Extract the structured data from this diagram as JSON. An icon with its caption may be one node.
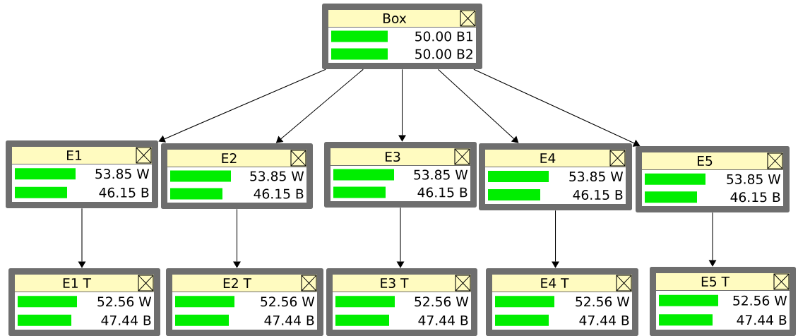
{
  "diagram": {
    "nodes": [
      {
        "text": [
          "Box",
          "50.00 B1",
          "50.00 B2"
        ]
      },
      {
        "text": [
          "E1",
          "53.85 W",
          "46.15 B"
        ]
      },
      {
        "text": [
          "E2",
          "53.85 W",
          "46.15 B"
        ]
      },
      {
        "text": [
          "E3",
          "53.85 W",
          "46.15 B"
        ]
      },
      {
        "text": [
          "E4",
          "53.85 W",
          "46.15 B"
        ]
      },
      {
        "text": [
          "E5",
          "53.85 W",
          "46.15 B"
        ]
      },
      {
        "text": [
          "E1 T",
          "52.56 W",
          "47.44 B"
        ]
      },
      {
        "text": [
          "E2 T",
          "52.56 W",
          "47.44 B"
        ]
      },
      {
        "text": [
          "E3 T",
          "52.56 W",
          "47.44 B"
        ]
      },
      {
        "text": [
          "E4 T",
          "52.56 W",
          "47.44 B"
        ]
      },
      {
        "text": [
          "E5 T",
          "52.56 W",
          "47.44 B"
        ]
      }
    ],
    "edges": [
      {
        "from": 0,
        "to": 1,
        "arrow": "to"
      },
      {
        "from": 0,
        "to": 2,
        "arrow": "to"
      },
      {
        "from": 0,
        "to": 3,
        "arrow": "to"
      },
      {
        "from": 0,
        "to": 4,
        "arrow": "to"
      },
      {
        "from": 0,
        "to": 5,
        "arrow": "to"
      },
      {
        "from": 1,
        "to": 6,
        "arrow": "to"
      },
      {
        "from": 2,
        "to": 7,
        "arrow": "to"
      },
      {
        "from": 3,
        "to": 8,
        "arrow": "to"
      },
      {
        "from": 4,
        "to": 9,
        "arrow": "to"
      },
      {
        "from": 5,
        "to": 10,
        "arrow": "to"
      }
    ]
  }
}
